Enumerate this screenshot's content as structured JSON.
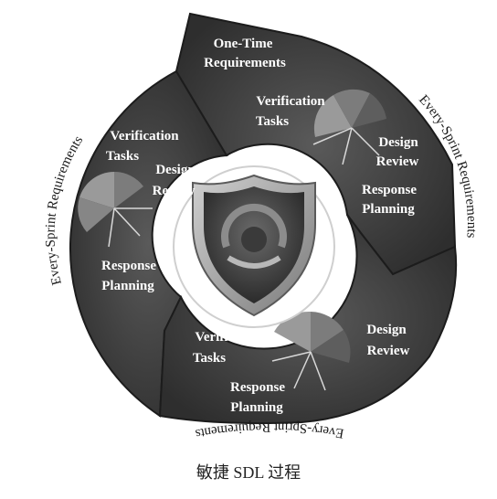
{
  "diagram": {
    "segments": {
      "one_time": {
        "line1": "One-Time",
        "line2": "Requirements"
      },
      "top_right": {
        "verification": [
          "Verification",
          "Tasks"
        ],
        "design": [
          "Design",
          "Review"
        ],
        "response": [
          "Response",
          "Planning"
        ]
      },
      "left": {
        "verification": [
          "Verification",
          "Tasks"
        ],
        "design": [
          "Design",
          "Review"
        ],
        "response": [
          "Response",
          "Planning"
        ]
      },
      "bottom": {
        "verification": [
          "Verification",
          "Tasks"
        ],
        "design": [
          "Design",
          "Review"
        ],
        "response": [
          "Response",
          "Planning"
        ]
      }
    },
    "arc_labels": {
      "left": "Every-Sprint Requirements",
      "right": "Every-Sprint Requirements",
      "bottom": "Every-Sprint Requirements"
    }
  },
  "caption": "敏捷 SDL 过程",
  "colors": {
    "segment_dark": "#3e3e3e",
    "segment_edge": "#1c1c1c",
    "shield_outer": "#9a9a9a",
    "shield_inner": "#454545"
  }
}
